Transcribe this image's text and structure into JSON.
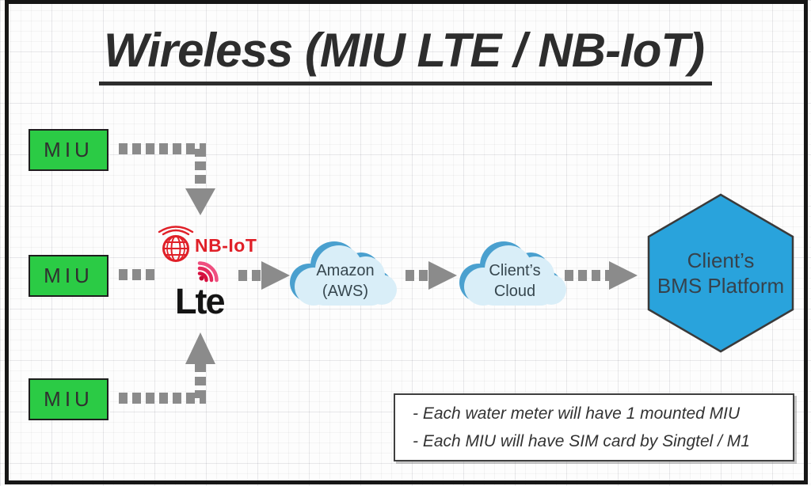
{
  "title": "Wireless (MIU LTE / NB-IoT)",
  "nodes": {
    "miu_boxes": [
      {
        "label": "MIU"
      },
      {
        "label": "MIU"
      },
      {
        "label": "MIU"
      }
    ],
    "nbiot_logo": {
      "label": "NB-IoT"
    },
    "lte_logo": {
      "label": "Lte"
    },
    "aws_cloud": {
      "line1": "Amazon",
      "line2": "(AWS)"
    },
    "client_cloud": {
      "line1": "Client’s",
      "line2": "Cloud"
    },
    "bms_hexagon": {
      "line1": "Client’s",
      "line2": "BMS Platform"
    }
  },
  "notes": {
    "line1": "- Each water meter will have 1 mounted MIU",
    "line2": "- Each MIU will have SIM card by Singtel / M1"
  },
  "colors": {
    "miu_green": "#2bcb45",
    "hexagon_blue": "#29a3dc",
    "cloud_fill": "#d9eef8",
    "cloud_shadow": "#4aa0cf",
    "arrow_gray": "#8b8b8b",
    "nbiot_red": "#e02028",
    "lte_signal_red": "#d81040",
    "frame_black": "#161616"
  }
}
